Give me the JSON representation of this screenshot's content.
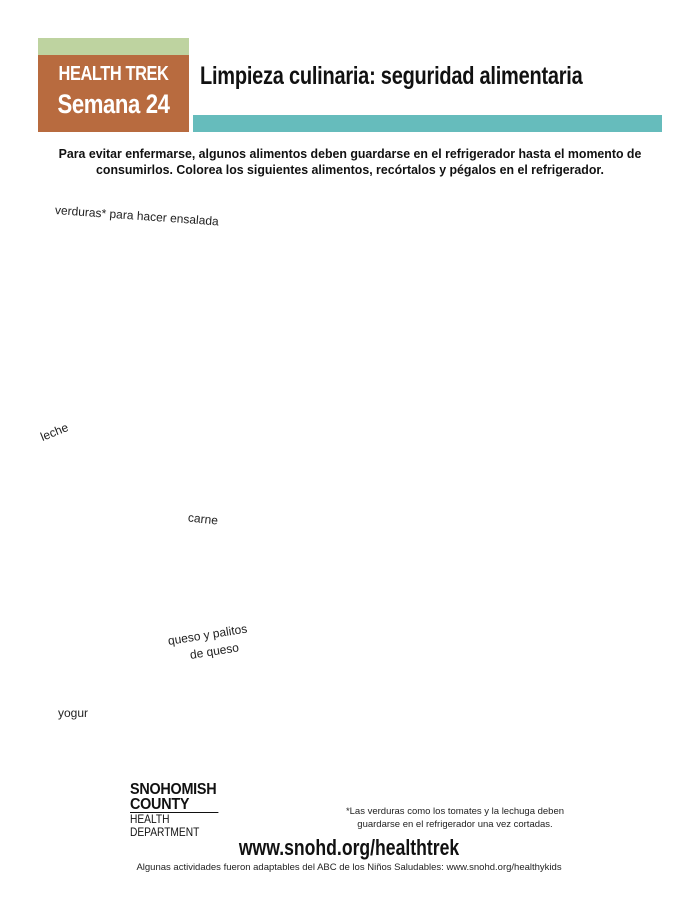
{
  "header": {
    "badge_line1": "HEALTH TREK",
    "badge_line2": "Semana 24",
    "title": "Limpieza culinaria: seguridad alimentaria",
    "colors": {
      "green_strip": "#bed3a0",
      "brown_badge": "#b86b3f",
      "teal_bar": "#66bcbc"
    }
  },
  "intro": {
    "text": "Para evitar enfermarse, algunos alimentos deben guardarse en el refrigerador hasta el momento de consumirlos. Colorea los siguientes alimentos, recórtalos y pégalos en el refrigerador."
  },
  "food_items": {
    "vegetables_label": "verduras* para hacer ensalada",
    "milk_label": "leche",
    "meat_label": "carne",
    "cheese_label_line1": "queso y palitos",
    "cheese_label_line2": "de queso",
    "yogurt_label": "yogur"
  },
  "fridge": {
    "colors": {
      "shelf_dark": "#c3c4c6",
      "shelf_light": "#dcdddf",
      "handle": "#dcdddf"
    }
  },
  "footer": {
    "logo_line1": "SNOHOMISH",
    "logo_line2": "COUNTY",
    "logo_line3": "HEALTH DEPARTMENT",
    "footnote_line1": "*Las verduras como los tomates y la lechuga deben",
    "footnote_line2": "guardarse en el refrigerador una vez cortadas.",
    "url": "www.snohd.org/healthtrek",
    "credit": "Algunas actividades fueron adaptables del ABC de los Niños Saludables: www.snohd.org/healthykids"
  }
}
